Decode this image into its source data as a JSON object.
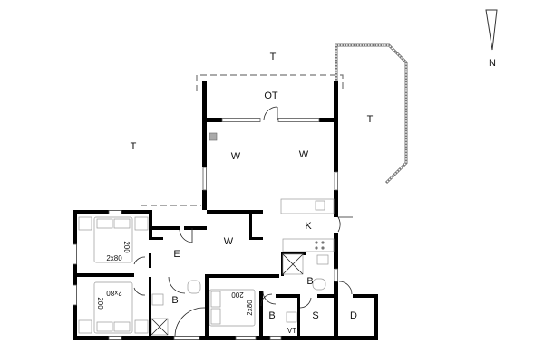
{
  "compass": {
    "label": "N"
  },
  "rooms": {
    "terrace_north": "T",
    "terrace_west": "T",
    "terrace_east": "T",
    "covered_terrace": "OT",
    "living_west": "W",
    "living_east": "W",
    "living_south": "W",
    "kitchen": "K",
    "entrance": "E",
    "bath_west": "B",
    "bath_middle": "B",
    "bath_east": "B",
    "utility": "S",
    "storage": "D",
    "toilet_washbasin": "VT"
  },
  "beds": [
    {
      "room": "bedroom-1",
      "width_label": "2x80",
      "length_label": "200"
    },
    {
      "room": "bedroom-2",
      "width_label": "2x80",
      "length_label": "200"
    },
    {
      "room": "bedroom-3",
      "width_label": "2x80",
      "length_label": "200"
    }
  ]
}
